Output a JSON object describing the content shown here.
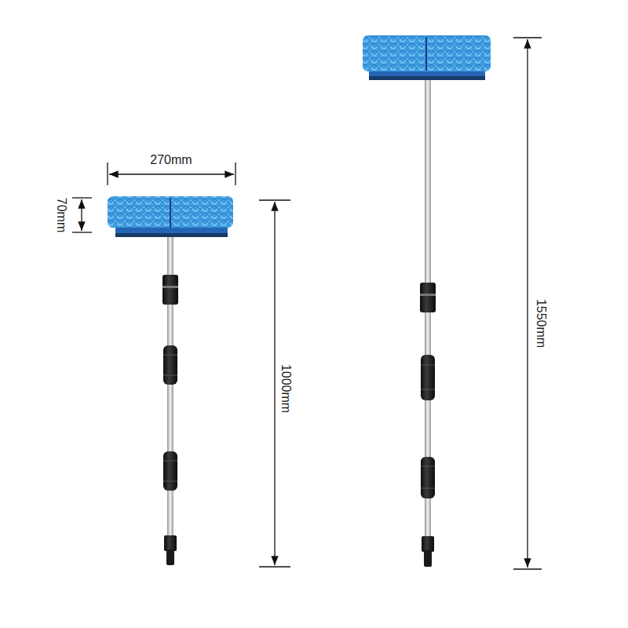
{
  "diagram": {
    "labels": [
      "270mm",
      "70mm",
      "1000mm",
      "1550mm"
    ]
  }
}
